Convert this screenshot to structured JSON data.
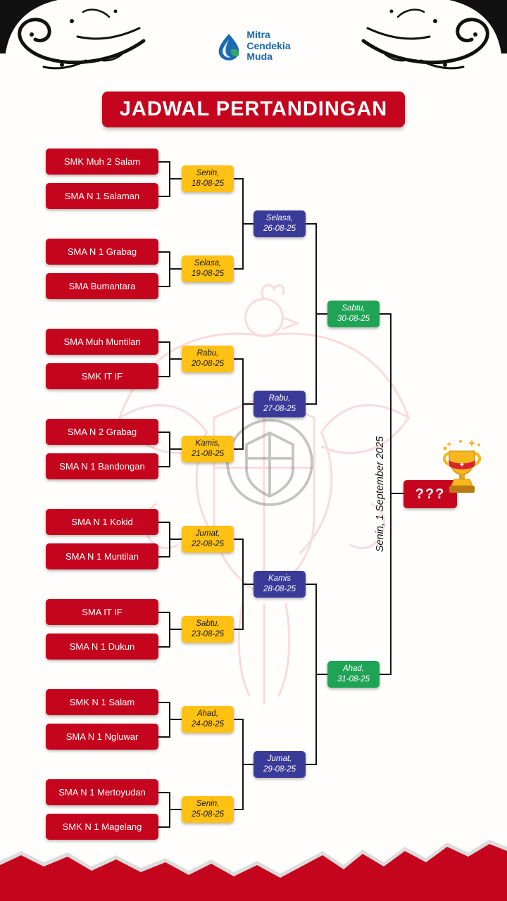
{
  "logo": {
    "line1": "Mitra",
    "line2": "Cendekia",
    "line3": "Muda"
  },
  "title": "JADWAL PERTANDINGAN",
  "bracket": {
    "round1": [
      {
        "team1": "SMK Muh 2 Salam",
        "team2": "SMA N 1 Salaman",
        "day": "Senin,",
        "date": "18-08-25"
      },
      {
        "team1": "SMA N 1 Grabag",
        "team2": "SMA Bumantara",
        "day": "Selasa,",
        "date": "19-08-25"
      },
      {
        "team1": "SMA Muh Muntilan",
        "team2": "SMK IT IF",
        "day": "Rabu,",
        "date": "20-08-25"
      },
      {
        "team1": "SMA N 2 Grabag",
        "team2": "SMA N 1 Bandongan",
        "day": "Kamis,",
        "date": "21-08-25"
      },
      {
        "team1": "SMA N 1 Kokid",
        "team2": "SMA N 1 Muntilan",
        "day": "Jumat,",
        "date": "22-08-25"
      },
      {
        "team1": "SMA IT IF",
        "team2": "SMA N 1 Dukun",
        "day": "Sabtu,",
        "date": "23-08-25"
      },
      {
        "team1": "SMK N 1 Salam",
        "team2": "SMA N 1 Ngluwar",
        "day": "Ahad,",
        "date": "24-08-25"
      },
      {
        "team1": "SMA N 1 Mertoyudan",
        "team2": "SMK N 1 Magelang",
        "day": "Senin,",
        "date": "25-08-25"
      }
    ],
    "round2": [
      {
        "day": "Selasa,",
        "date": "26-08-25"
      },
      {
        "day": "Rabu,",
        "date": "27-08-25"
      },
      {
        "day": "Kamis",
        "date": "28-08-25"
      },
      {
        "day": "Jumat,",
        "date": "29-08-25"
      }
    ],
    "round3": [
      {
        "day": "Sabtu,",
        "date": "30-08-25"
      },
      {
        "day": "Ahad,",
        "date": "31-08-25"
      }
    ],
    "final": {
      "winner_label": "???",
      "date_label": "Senin, 1 September 2025"
    }
  },
  "colors": {
    "primary_red": "#c5051d",
    "round1_yellow": "#ffc113",
    "round2_blue": "#3a3a99",
    "round3_green": "#1fa355",
    "logo_blue": "#1b69ad"
  }
}
